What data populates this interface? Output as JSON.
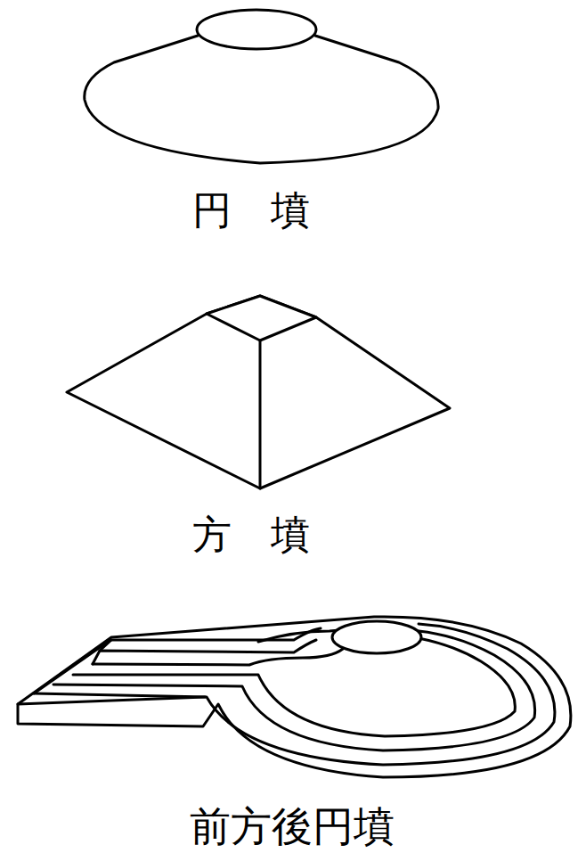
{
  "diagram": {
    "labels": [
      "円　墳",
      "方　墳",
      "前方後円墳"
    ]
  }
}
